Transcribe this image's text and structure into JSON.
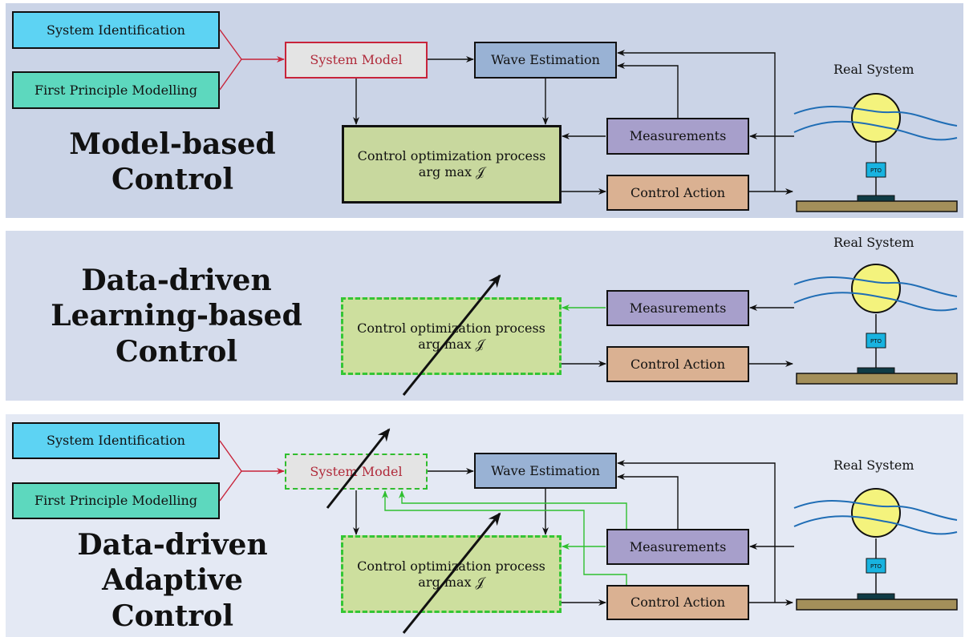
{
  "panels": [
    {
      "title_lines": [
        "Model-based",
        "Control"
      ],
      "system_identification": "System Identification",
      "first_principle": "First Principle Modelling",
      "system_model": "System Model",
      "wave_estimation": "Wave Estimation",
      "measurements": "Measurements",
      "control_action": "Control Action",
      "control_opt_line1": "Control optimization process",
      "control_opt_line2": "arg max 𝒥",
      "real_system": "Real System",
      "pto": "PTO"
    },
    {
      "title_lines": [
        "Data-driven",
        "Learning-based",
        "Control"
      ],
      "measurements": "Measurements",
      "control_action": "Control Action",
      "control_opt_line1": "Control optimization process",
      "control_opt_line2": "arg max 𝒥",
      "real_system": "Real System",
      "pto": "PTO"
    },
    {
      "title_lines": [
        "Data-driven",
        "Adaptive",
        "Control"
      ],
      "system_identification": "System Identification",
      "first_principle": "First Principle Modelling",
      "system_model": "System Model",
      "wave_estimation": "Wave Estimation",
      "measurements": "Measurements",
      "control_action": "Control Action",
      "control_opt_line1": "Control optimization process",
      "control_opt_line2": "arg max 𝒥",
      "real_system": "Real System",
      "pto": "PTO"
    }
  ],
  "colors": {
    "system_identification": "#5dd3f3",
    "first_principle": "#5dd8be",
    "system_model_text": "#b02a3a",
    "system_model_border": "#c8243a",
    "wave_estimation": "#99b2d4",
    "measurements": "#a79fcb",
    "control_action": "#dab192",
    "control_optimization": "#c8d89e",
    "learning_arrows": "#2fbf2f",
    "waves": "#1f6db5",
    "buoy": "#f4f37d",
    "pto": "#18b3e0",
    "seabed": "#a38f5a"
  }
}
